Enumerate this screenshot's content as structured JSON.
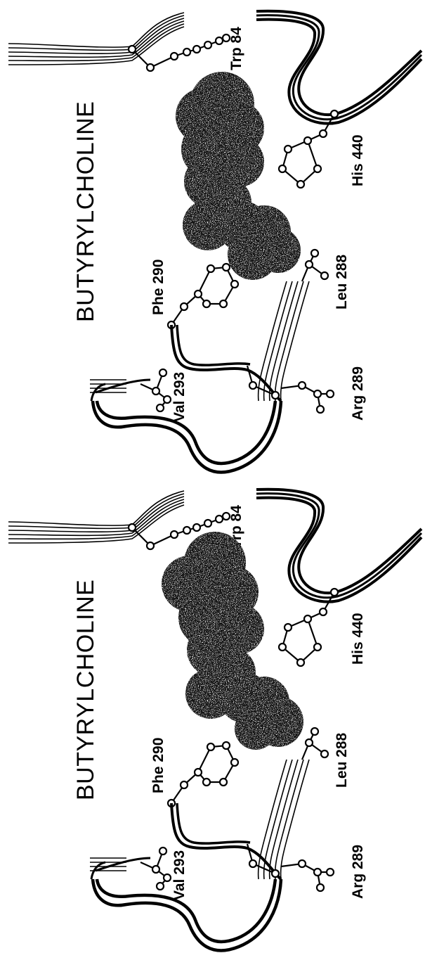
{
  "panels": [
    {
      "title": "BUTYRYLCHOLINE",
      "residues": {
        "trp": "Trp 84",
        "his": "His 440",
        "phe": "Phe 290",
        "leu": "Leu 288",
        "val": "Val 293",
        "arg": "Arg 289"
      }
    },
    {
      "title": "BUTYRYLCHOLINE",
      "residues": {
        "trp": "Trp 84",
        "his": "His 440",
        "phe": "Phe 290",
        "leu": "Leu 288",
        "val": "Val 293",
        "arg": "Arg 289"
      }
    }
  ],
  "colors": {
    "ink": "#000000",
    "paper": "#ffffff"
  }
}
